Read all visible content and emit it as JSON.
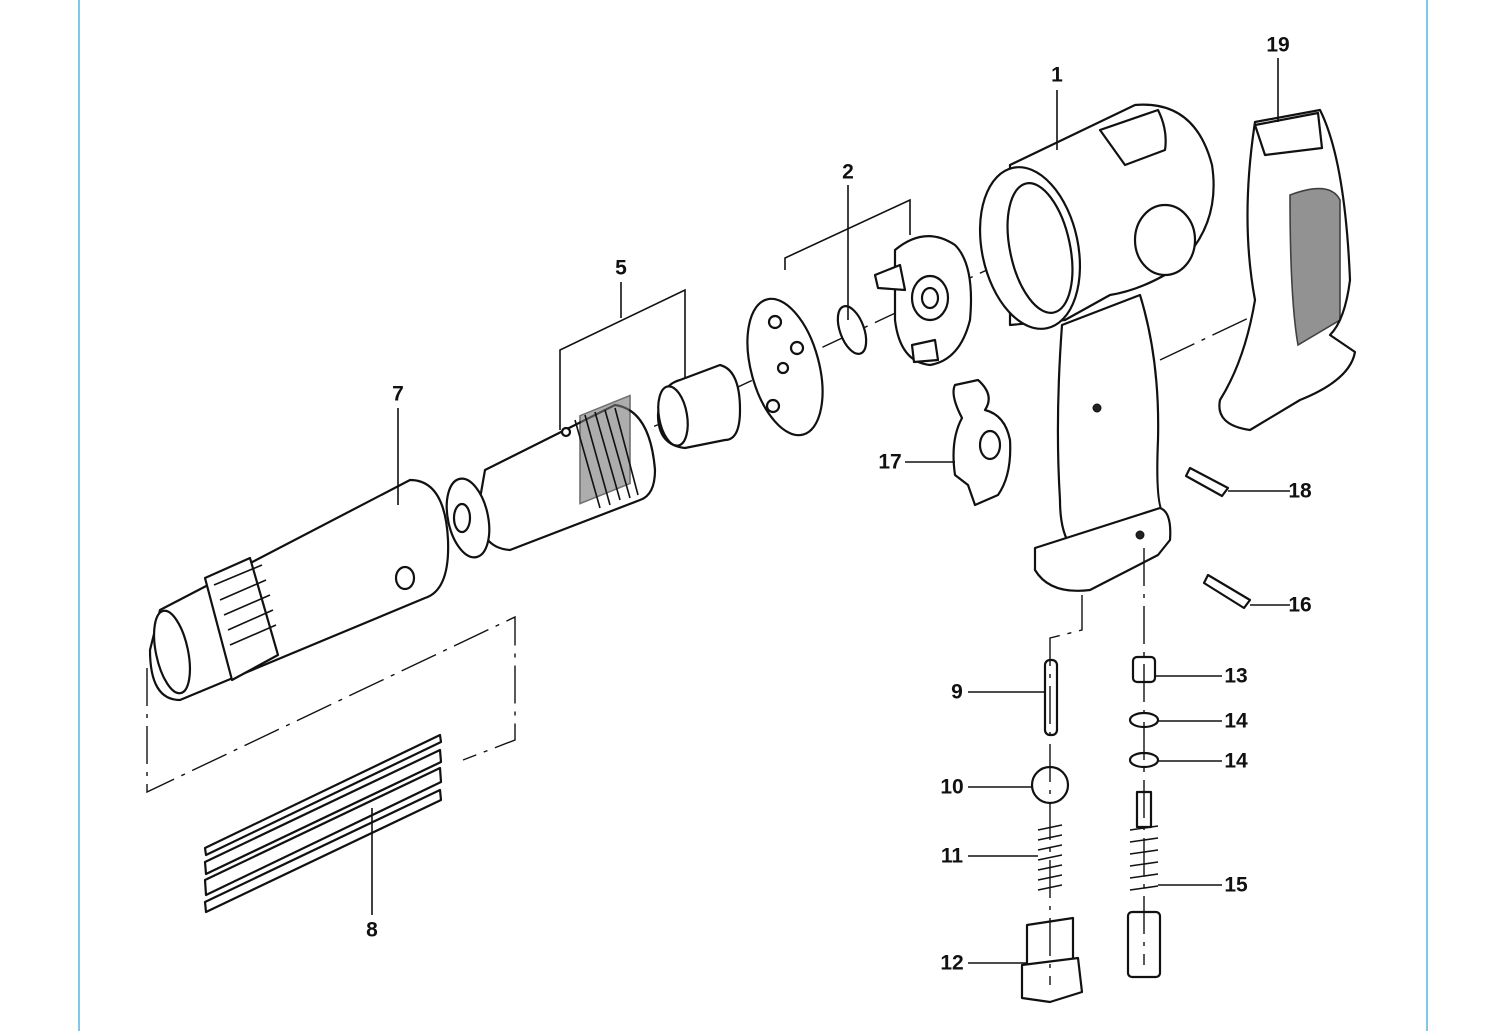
{
  "diagram": {
    "border_color": "#7fc8e6",
    "callouts": [
      {
        "id": "p1",
        "label": "1"
      },
      {
        "id": "p2",
        "label": "2"
      },
      {
        "id": "p5",
        "label": "5"
      },
      {
        "id": "p7",
        "label": "7"
      },
      {
        "id": "p8",
        "label": "8"
      },
      {
        "id": "p9",
        "label": "9"
      },
      {
        "id": "p10",
        "label": "10"
      },
      {
        "id": "p11",
        "label": "11"
      },
      {
        "id": "p12",
        "label": "12"
      },
      {
        "id": "p13",
        "label": "13"
      },
      {
        "id": "p14a",
        "label": "14"
      },
      {
        "id": "p14b",
        "label": "14"
      },
      {
        "id": "p15",
        "label": "15"
      },
      {
        "id": "p16",
        "label": "16"
      },
      {
        "id": "p17",
        "label": "17"
      },
      {
        "id": "p18",
        "label": "18"
      },
      {
        "id": "p19",
        "label": "19"
      }
    ]
  }
}
